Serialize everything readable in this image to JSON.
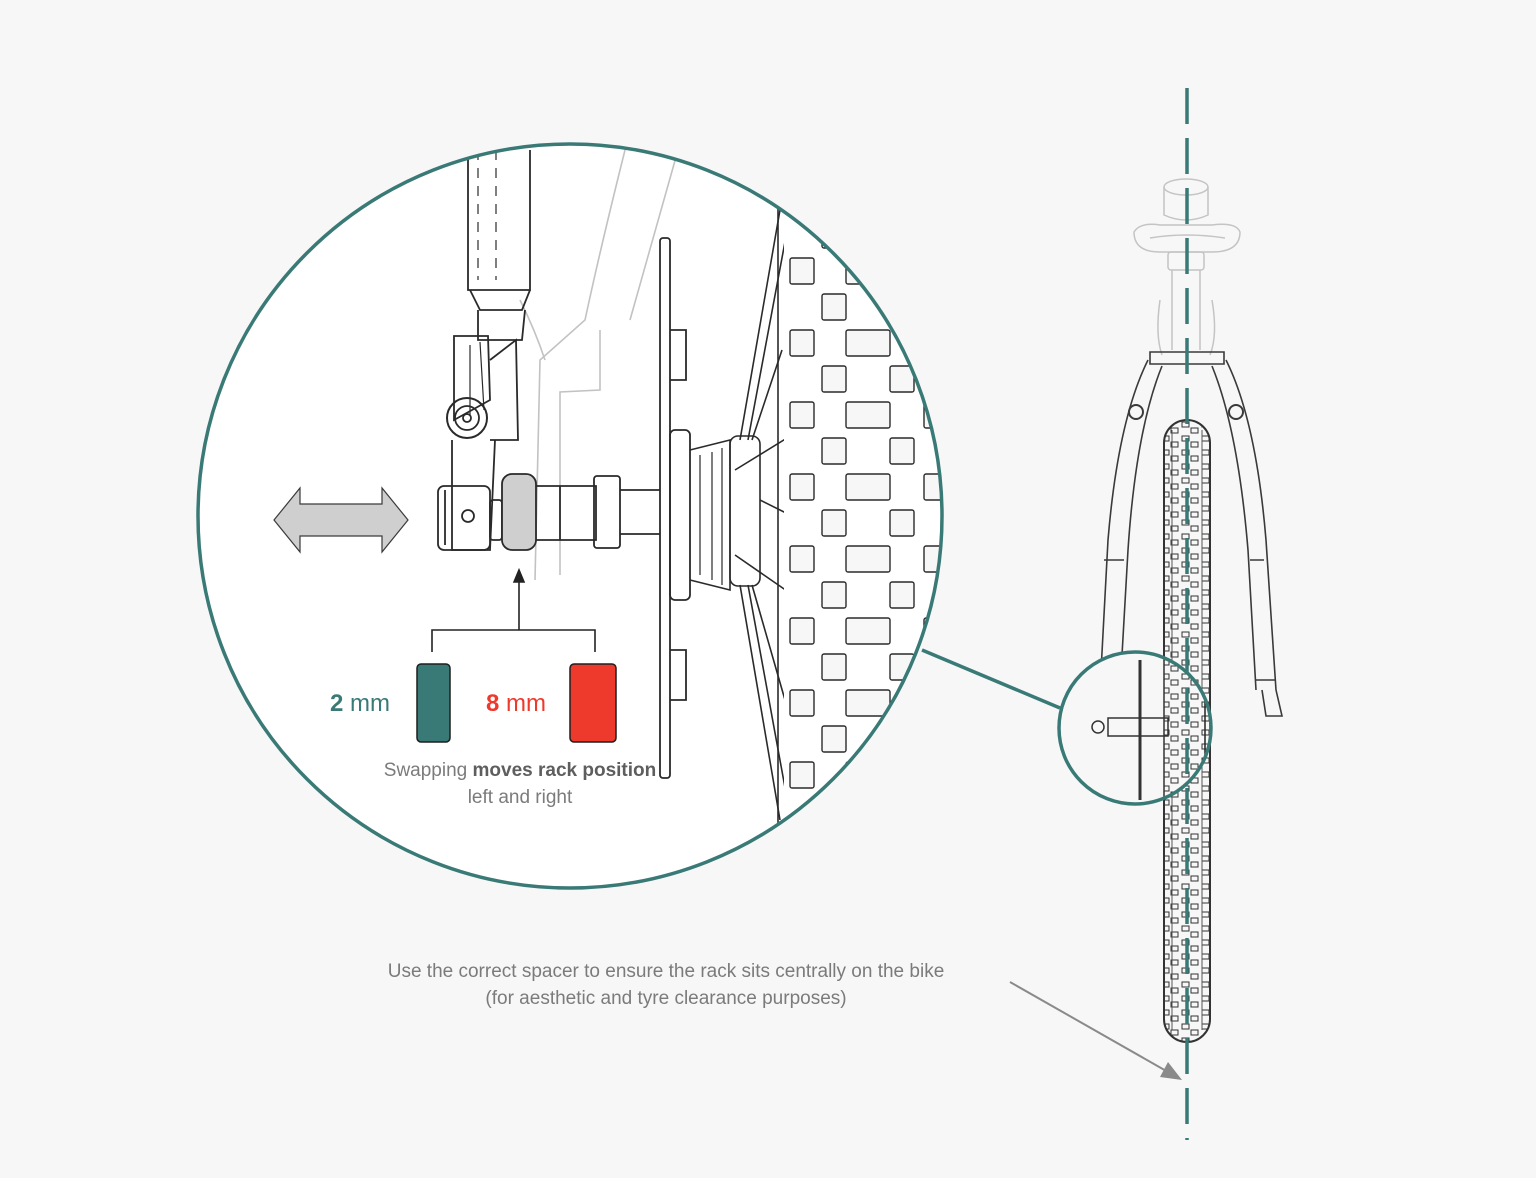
{
  "colors": {
    "background": "#f7f7f7",
    "teal": "#3a7a76",
    "red": "#ee3a2c",
    "arrow_grey": "#cfcfcf",
    "line": "#2a2a2a",
    "faint_line": "#bdbdbd",
    "text_grey": "#7b7b7b"
  },
  "spacers": [
    {
      "value": "2",
      "unit": "mm",
      "color": "#3a7a76"
    },
    {
      "value": "8",
      "unit": "mm",
      "color": "#ee3a2c"
    }
  ],
  "zoom_note": {
    "prefix": "Swapping ",
    "bold": "moves rack position",
    "suffix": " left and right"
  },
  "centre_note": {
    "line1": "Use the correct spacer to ensure the rack sits centrally on the bike",
    "line2": "(for aesthetic and tyre clearance purposes)"
  },
  "icons": {
    "shift": "double-arrow-icon",
    "pointer": "up-arrow-icon",
    "leader": "leader-arrow-icon"
  }
}
